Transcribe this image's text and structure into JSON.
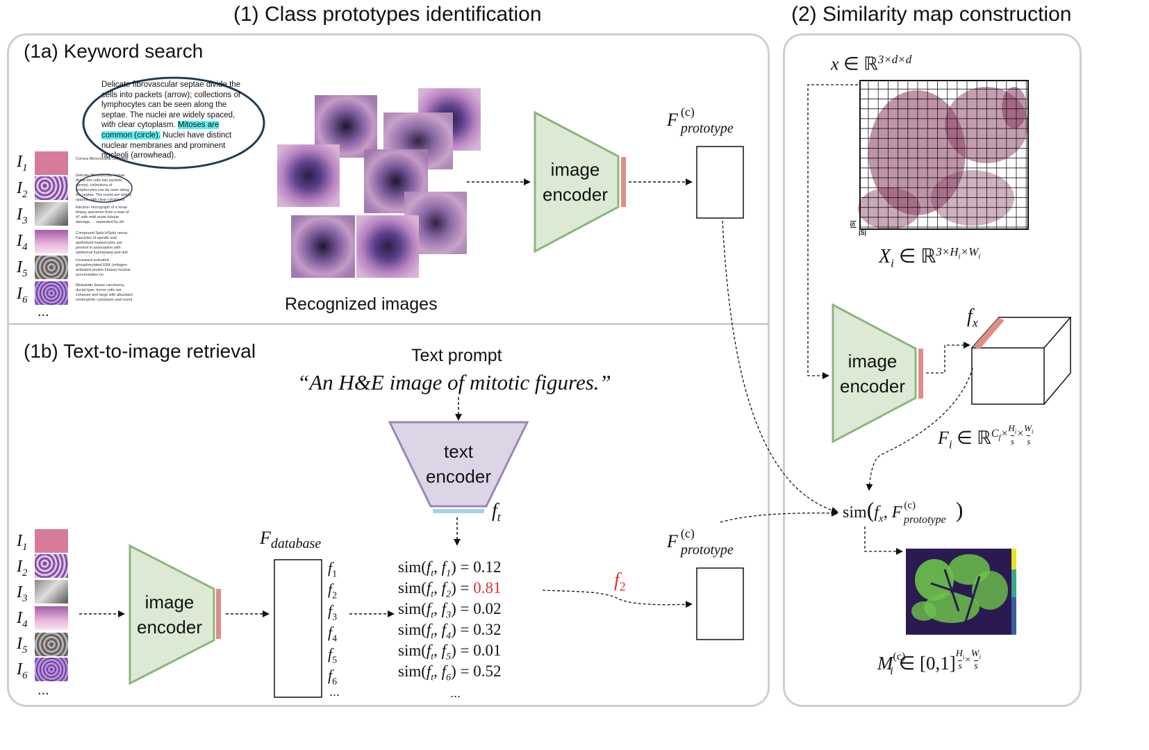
{
  "titles": {
    "left": "(1) Class prototypes identification",
    "right": "(2) Similarity map construction"
  },
  "panel1a": {
    "title": "(1a) Keyword search",
    "ellipse_text_before": "Delicate fibrovascular septae divide the cells into packets (arrow); collections of lymphocytes can be seen along the septae. The nuclei are widely spaced, with clear cytoplasm. ",
    "ellipse_highlight": "Mitoses are common (circle).",
    "ellipse_text_after": " Nuclei have distinct nuclear membranes and prominent nucleoli (arrowhead).",
    "image_labels": [
      "I",
      "I",
      "I",
      "I",
      "I",
      "I"
    ],
    "image_subs": [
      "1",
      "2",
      "3",
      "4",
      "5",
      "6"
    ],
    "captions": [
      "Cornea Mononuclear Germinal",
      "Delicate fibrovascular septae divide the cells into packets (arrow); collections of lymphocytes can be seen along the septae. The nuclei are widely spaced, with clear cytoplasm. Mitoses are common (circle). Nuclei have distinct nuclear membranes and prominent nucleoli (arrowhead).",
      "Electron micrograph of a renal biopsy specimen from a man of 47 with mild acute tubular damage, ... separated by slit pores.",
      "Compound Spitz's/Spitz nevus. Fascicles of spindle and epithelioid melanocytes are present in association with epidermal hyperplasia and dull pink globules at the dermal-epidermal junction.",
      "Increased activated phosphorylated ERK (mitogen-activated protein kinase) nuclear accumulation on immunohistochemistry (B).",
      "Metastatic breast carcinoma, ductal type: tumor cells are cohesive and large with abundant eosinophilic cytoplasm and round nuclei."
    ],
    "ellipsis": "...",
    "recognized": "Recognized images",
    "encoder": [
      "image",
      "encoder"
    ],
    "proto_F": "F",
    "proto_sup": "(c)",
    "proto_sub": "prototype"
  },
  "panel1b": {
    "title": "(1b) Text-to-image retrieval",
    "prompt_label": "Text prompt",
    "prompt": "“An H&E image of mitotic figures.”",
    "text_encoder": [
      "text",
      "encoder"
    ],
    "ft": "f",
    "ft_sub": "t",
    "image_encoder": [
      "image",
      "encoder"
    ],
    "db_F": "F",
    "db_sub": "database",
    "feat_labels": [
      "f",
      "f",
      "f",
      "f",
      "f",
      "f"
    ],
    "feat_subs": [
      "1",
      "2",
      "3",
      "4",
      "5",
      "6"
    ],
    "ellipsis": "...",
    "sims": [
      {
        "pre": "sim(",
        "a": "f",
        "asub": "t",
        "mid": ", ",
        "b": "f",
        "bsub": "1",
        "post": ") = ",
        "val": "0.12",
        "hl": false
      },
      {
        "pre": "sim(",
        "a": "f",
        "asub": "t",
        "mid": ", ",
        "b": "f",
        "bsub": "2",
        "post": ") = ",
        "val": "0.81",
        "hl": true
      },
      {
        "pre": "sim(",
        "a": "f",
        "asub": "t",
        "mid": ", ",
        "b": "f",
        "bsub": "3",
        "post": ") = ",
        "val": "0.02",
        "hl": false
      },
      {
        "pre": "sim(",
        "a": "f",
        "asub": "t",
        "mid": ", ",
        "b": "f",
        "bsub": "4",
        "post": ") = ",
        "val": "0.32",
        "hl": false
      },
      {
        "pre": "sim(",
        "a": "f",
        "asub": "t",
        "mid": ", ",
        "b": "f",
        "bsub": "5",
        "post": ") = ",
        "val": "0.01",
        "hl": false
      },
      {
        "pre": "sim(",
        "a": "f",
        "asub": "t",
        "mid": ", ",
        "b": "f",
        "bsub": "6",
        "post": ") = ",
        "val": "0.52",
        "hl": false
      }
    ],
    "sims_ellipsis": "...",
    "selected": "f",
    "selected_sub": "2",
    "proto_F": "F",
    "proto_sup": "(c)",
    "proto_sub": "prototype"
  },
  "panel2": {
    "x_label": "x",
    "x_space": "∈ ℝ",
    "x_sup": "3×d×d",
    "grid_label": "|S|",
    "X_label": "X",
    "X_sub": "i",
    "X_space": "∈ ℝ",
    "X_sup": "3×H",
    "X_sup2": "×W",
    "encoder": [
      "image",
      "encoder"
    ],
    "fx": "f",
    "fx_sub": "x",
    "Fi": "F",
    "Fi_sub": "i",
    "Fi_space": "∈ ℝ",
    "Fi_sup": "C",
    "sim_text": "sim",
    "sim_fx": "f",
    "sim_fx_sub": "x",
    "sim_F": "F",
    "sim_sup": "(c)",
    "sim_sub": "prototype",
    "M": "M",
    "M_sub": "i",
    "M_sup": "(c)",
    "M_space": "∈ [0,1]"
  },
  "colors": {
    "panel_border": "#cfcfcf",
    "encoder_fill": "#dcead5",
    "encoder_stroke": "#8db57e",
    "text_encoder_fill": "#ddd5e6",
    "text_encoder_stroke": "#9a86b3",
    "bar_red": "#e08c87",
    "bar_blue": "#9fd3ec",
    "highlight_cyan": "#5ef0ee",
    "accent_red": "#e0322c",
    "heatmap_bg": "#2b1a52",
    "heatmap_fg": "#6cc24a"
  }
}
